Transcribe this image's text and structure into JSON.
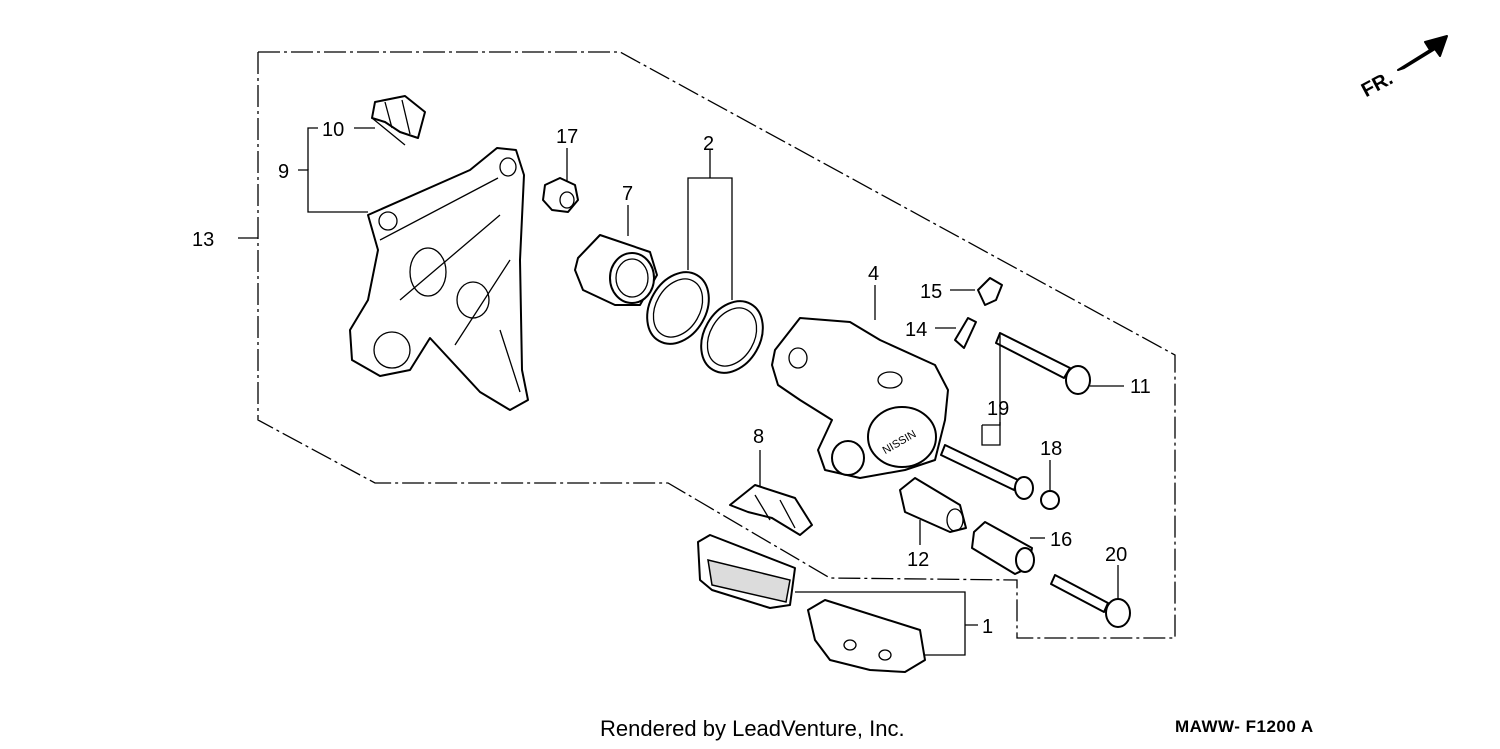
{
  "diagram": {
    "direction_label": "FR.",
    "callouts": {
      "c1": "1",
      "c2": "2",
      "c4": "4",
      "c7": "7",
      "c8": "8",
      "c9": "9",
      "c10": "10",
      "c11": "11",
      "c12": "12",
      "c13": "13",
      "c14": "14",
      "c15": "15",
      "c16": "16",
      "c17": "17",
      "c18": "18",
      "c19": "19",
      "c20": "20"
    }
  },
  "footer": {
    "credit": "Rendered by LeadVenture, Inc.",
    "code": "MAWW- F1200 A"
  },
  "icons": {
    "direction": "front-direction-arrow-icon"
  }
}
